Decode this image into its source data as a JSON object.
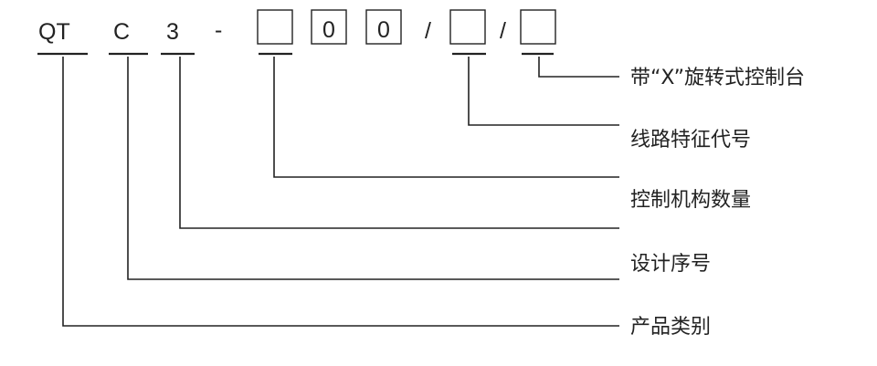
{
  "code": {
    "product": "QT",
    "design": "C",
    "mechanisms": "3",
    "dash": "-",
    "zero_1": "0",
    "zero_2": "0",
    "slash_1": "/",
    "slash_2": "/"
  },
  "labels": {
    "rotary": "带“X”旋转式控制台",
    "line_feature": "线路特征代号",
    "mechanism_count": "控制机构数量",
    "design_seq": "设计序号",
    "category": "产品类别"
  },
  "colors": {
    "ink": "#222222",
    "background": "#ffffff"
  }
}
